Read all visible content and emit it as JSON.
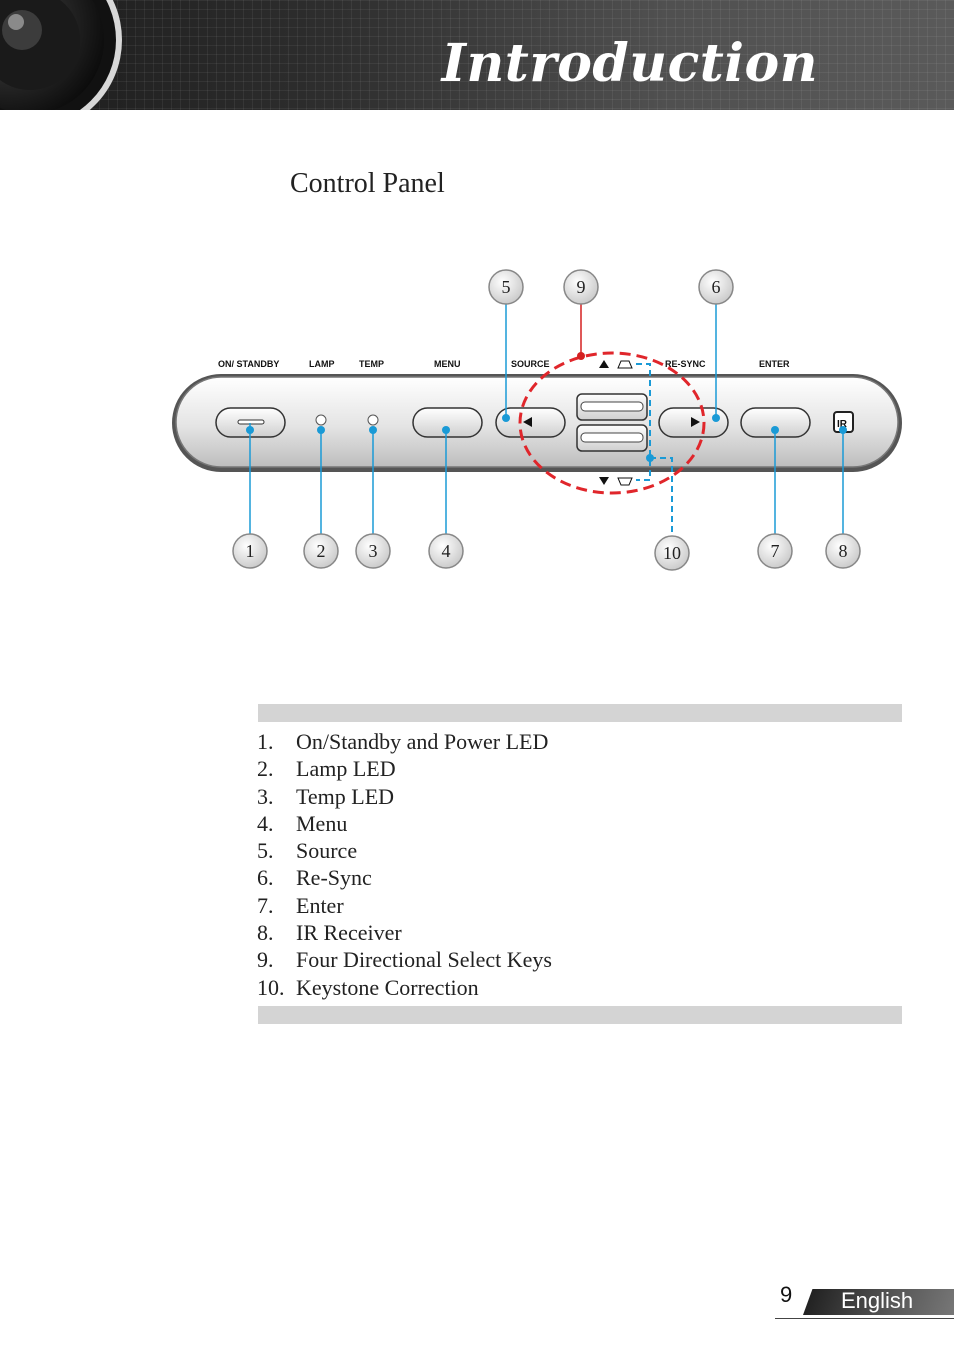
{
  "header": {
    "title": "Introduction"
  },
  "section_title": "Control Panel",
  "panel_labels": {
    "on_standby": "ON/ STANDBY",
    "lamp": "LAMP",
    "temp": "TEMP",
    "menu": "MENU",
    "source": "SOURCE",
    "resync": "RE-SYNC",
    "enter": "ENTER",
    "ir": "IR"
  },
  "callouts": [
    "1",
    "2",
    "3",
    "4",
    "5",
    "6",
    "7",
    "8",
    "9",
    "10"
  ],
  "legend": [
    {
      "num": "1.",
      "label": "On/Standby and Power LED"
    },
    {
      "num": "2.",
      "label": "Lamp LED"
    },
    {
      "num": "3.",
      "label": "Temp LED"
    },
    {
      "num": "4.",
      "label": "Menu"
    },
    {
      "num": "5.",
      "label": "Source"
    },
    {
      "num": "6.",
      "label": "Re-Sync"
    },
    {
      "num": "7.",
      "label": "Enter"
    },
    {
      "num": "8.",
      "label": "IR Receiver"
    },
    {
      "num": "9.",
      "label": "Four Directional Select Keys"
    },
    {
      "num": "10.",
      "label": "Keystone Correction"
    }
  ],
  "footer": {
    "page": "9",
    "language": "English"
  },
  "colors": {
    "callout_line_blue": "#1a9ad6",
    "callout_line_red": "#d42020",
    "dashed_circle": "#e0262b"
  }
}
